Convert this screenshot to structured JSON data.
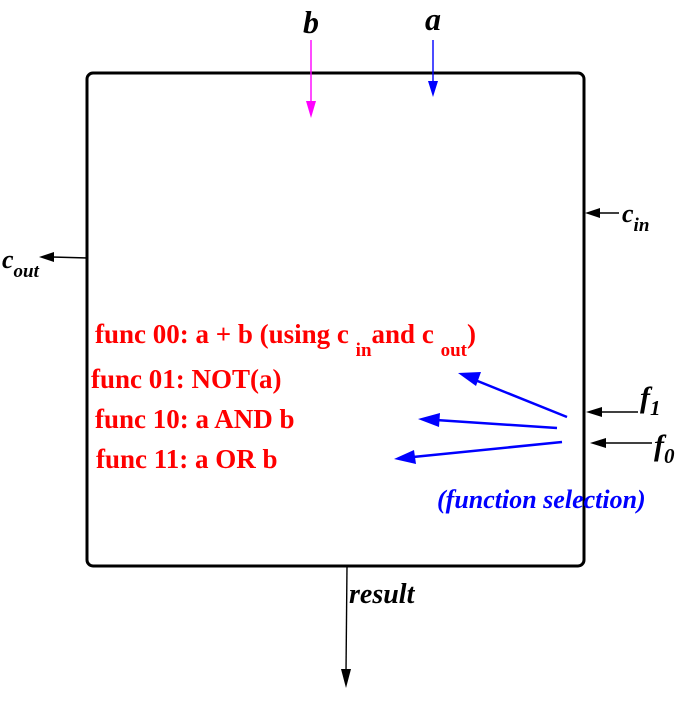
{
  "colors": {
    "box": "#000000",
    "func_text": "#ff0000",
    "selection": "#0000ff",
    "input_b": "#ff00ff",
    "input_a": "#0000ff",
    "signal": "#000000"
  },
  "inputs": {
    "b": "b",
    "a": "a",
    "cin_main": "c",
    "cin_sub": "in",
    "f1_main": "f",
    "f1_sub": "1",
    "f0_main": "f",
    "f0_sub": "0"
  },
  "outputs": {
    "cout_main": "c",
    "cout_sub": "out",
    "result": "result"
  },
  "functions": [
    {
      "pre": "func 00: a + b (using c ",
      "sub1": "in",
      "mid": "and c ",
      "sub2": "out",
      "post": ")"
    },
    {
      "text": "func 01: NOT(a)"
    },
    {
      "text": "func 10: a AND b"
    },
    {
      "text": "func 11: a OR b"
    }
  ],
  "selection_label": "(function selection)"
}
